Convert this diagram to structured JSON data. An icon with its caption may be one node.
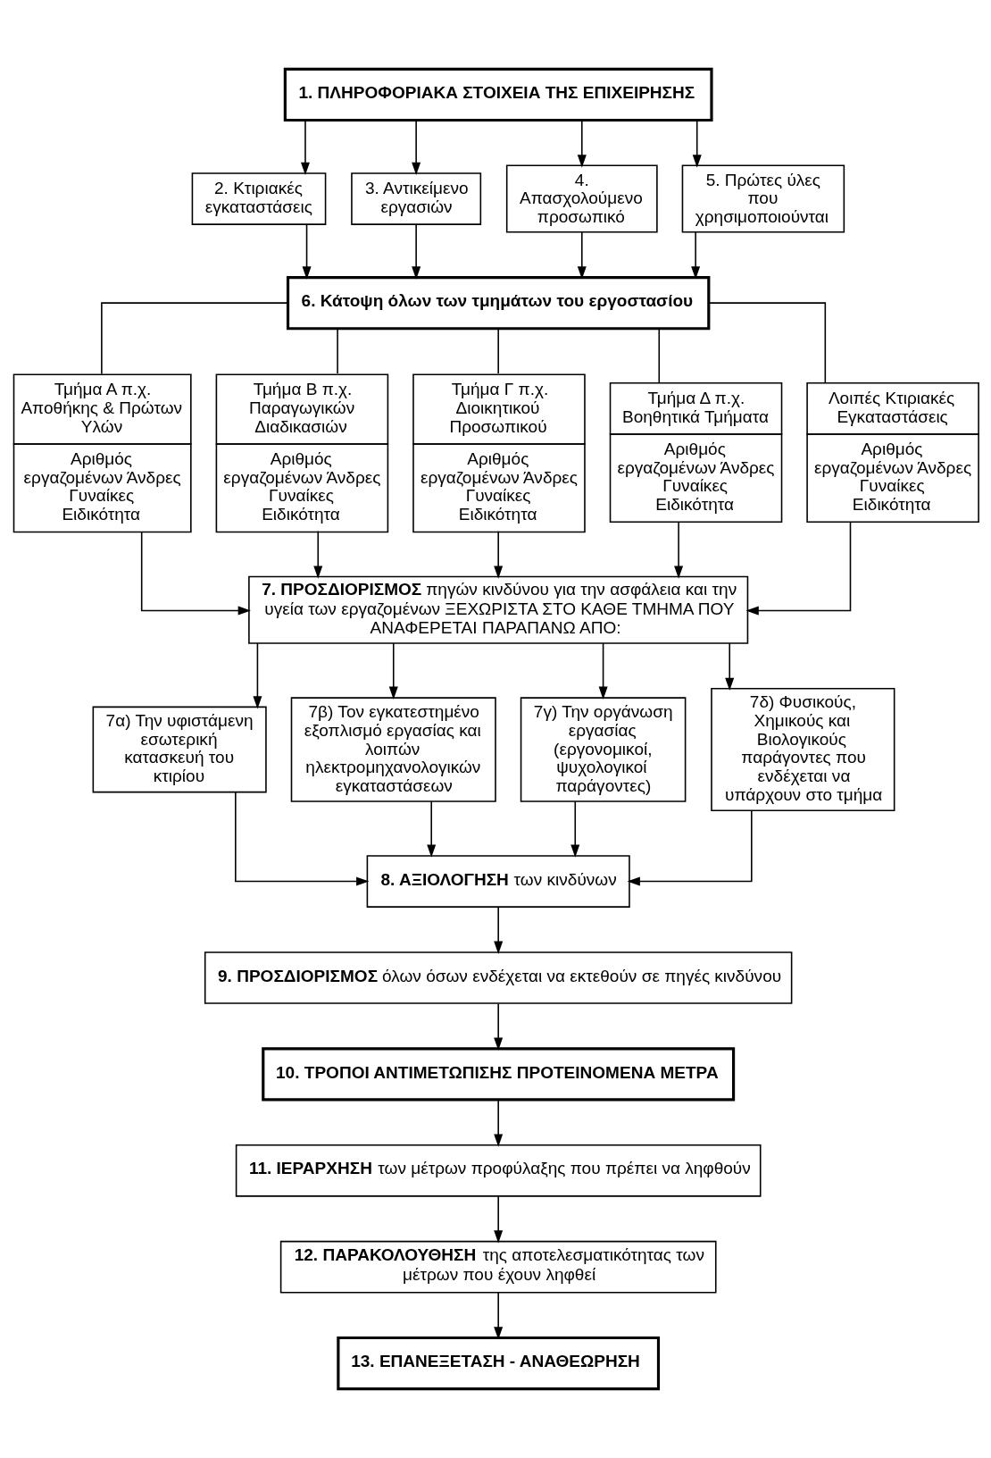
{
  "diagram": {
    "nodes": [
      {
        "text": [
          "1. ΠΛΗΡΟΦΟΡΙΑΚΑ ΣΤΟΙΧΕΙΑ ΤΗΣ ΕΠΙΧΕΙΡΗΣΗΣ"
        ]
      },
      {
        "text": [
          "2. Κτιριακές εγκαταστάσεις"
        ]
      },
      {
        "text": [
          "3. Αντικείμενο εργασιών"
        ]
      },
      {
        "text": [
          "4. Απασχολούμενο προσωπικό"
        ]
      },
      {
        "text": [
          "5. Πρώτες ύλες που χρησιμοποιούνται"
        ]
      },
      {
        "text": [
          "6. Κάτοψη όλων των τμημάτων του εργοστασίου"
        ]
      },
      {
        "text": [
          "Τμήμα Α π.χ. Αποθήκης & Πρώτων Υλών",
          "Αριθμός εργαζομένων Άνδρες Γυναίκες Ειδικότητα"
        ]
      },
      {
        "text": [
          "Τμήμα Β π.χ. Παραγωγικών Διαδικασιών",
          "Αριθμός εργαζομένων Άνδρες Γυναίκες Ειδικότητα"
        ]
      },
      {
        "text": [
          "Τμήμα Γ π.χ. Διοικητικού Προσωπικού",
          "Αριθμός εργαζομένων Άνδρες Γυναίκες Ειδικότητα"
        ]
      },
      {
        "text": [
          "Τμήμα Δ π.χ. Βοηθητικά Τμήματα",
          "Αριθμός εργαζομένων Άνδρες Γυναίκες Ειδικότητα"
        ]
      },
      {
        "text": [
          "Λοιπές Κτιριακές Εγκαταστάσεις",
          "Αριθμός εργαζομένων Άνδρες Γυναίκες Ειδικότητα"
        ]
      },
      {
        "text": [
          "**7. ΠΡΟΣΔΙΟΡΙΣΜΟΣ** πηγών κινδύνου για την ασφάλεια και την υγεία των εργαζομένων ΞΕΧΩΡΙΣΤΑ ΣΤΟ ΚΑΘΕ ΤΜΗΜΑ ΠΟΥ ΑΝΑΦΕΡΕΤΑΙ ΠΑΡΑΠΑΝΩ ΑΠΟ:"
        ]
      },
      {
        "text": [
          "7α) Την υφιστάμενη εσωτερική κατασκευή του κτιρίου"
        ]
      },
      {
        "text": [
          "7β) Τον εγκατεστημένο εξοπλισμό εργασίας και λοιπών ηλεκτρομηχανολογικών εγκαταστάσεων"
        ]
      },
      {
        "text": [
          "7γ) Την οργάνωση εργασίας (εργονομικοί, ψυχολογικοί παράγοντες)"
        ]
      },
      {
        "text": [
          "7δ) Φυσικούς, Χημικούς και Βιολογικούς παράγοντες που ενδέχεται να υπάρχουν στο τμήμα"
        ]
      },
      {
        "text": [
          "**8. ΑΞΙΟΛΟΓΗΣΗ** των κινδύνων"
        ]
      },
      {
        "text": [
          "**9. ΠΡΟΣΔΙΟΡΙΣΜΟΣ** όλων όσων ενδέχεται να εκτεθούν σε πηγές κινδύνου"
        ]
      },
      {
        "text": [
          "10. ΤΡΟΠΟΙ ΑΝΤΙΜΕΤΩΠΙΣΗΣ ΠΡΟΤΕΙΝΟΜΕΝΑ ΜΕΤΡΑ"
        ]
      },
      {
        "text": [
          "**11. ΙΕΡΑΡΧΗΣΗ** των μέτρων προφύλαξης που πρέπει να ληφθούν"
        ]
      },
      {
        "text": [
          "**12. ΠΑΡΑΚΟΛΟΥΘΗΣΗ** της αποτελεσματικότητας των μέτρων που έχουν ληφθεί"
        ]
      },
      {
        "text": [
          "13. ΕΠΑΝΕΞΕΤΑΣΗ - ΑΝΑΘΕΩΡΗΣΗ"
        ]
      }
    ],
    "edges": [
      {
        "from": 0,
        "to": 1,
        "arrow": "to"
      },
      {
        "from": 0,
        "to": 2,
        "arrow": "to"
      },
      {
        "from": 0,
        "to": 3,
        "arrow": "to"
      },
      {
        "from": 0,
        "to": 4,
        "arrow": "to"
      },
      {
        "from": 1,
        "to": 5,
        "arrow": "to"
      },
      {
        "from": 2,
        "to": 5,
        "arrow": "to"
      },
      {
        "from": 3,
        "to": 5,
        "arrow": "to"
      },
      {
        "from": 4,
        "to": 5,
        "arrow": "to"
      },
      {
        "from": 5,
        "to": 6,
        "arrow": "none"
      },
      {
        "from": 5,
        "to": 7,
        "arrow": "none"
      },
      {
        "from": 5,
        "to": 8,
        "arrow": "none"
      },
      {
        "from": 5,
        "to": 9,
        "arrow": "none"
      },
      {
        "from": 5,
        "to": 10,
        "arrow": "none"
      },
      {
        "from": 6,
        "to": 11,
        "arrow": "to"
      },
      {
        "from": 7,
        "to": 11,
        "arrow": "to"
      },
      {
        "from": 8,
        "to": 11,
        "arrow": "to"
      },
      {
        "from": 9,
        "to": 11,
        "arrow": "to"
      },
      {
        "from": 10,
        "to": 11,
        "arrow": "to"
      },
      {
        "from": 11,
        "to": 12,
        "arrow": "to"
      },
      {
        "from": 11,
        "to": 13,
        "arrow": "to"
      },
      {
        "from": 11,
        "to": 14,
        "arrow": "to"
      },
      {
        "from": 11,
        "to": 15,
        "arrow": "to"
      },
      {
        "from": 12,
        "to": 16,
        "arrow": "to"
      },
      {
        "from": 13,
        "to": 16,
        "arrow": "to"
      },
      {
        "from": 14,
        "to": 16,
        "arrow": "to"
      },
      {
        "from": 15,
        "to": 16,
        "arrow": "to"
      },
      {
        "from": 16,
        "to": 17,
        "arrow": "to"
      },
      {
        "from": 17,
        "to": 18,
        "arrow": "to"
      },
      {
        "from": 18,
        "to": 19,
        "arrow": "to"
      },
      {
        "from": 19,
        "to": 20,
        "arrow": "to"
      },
      {
        "from": 20,
        "to": 21,
        "arrow": "to"
      }
    ]
  }
}
